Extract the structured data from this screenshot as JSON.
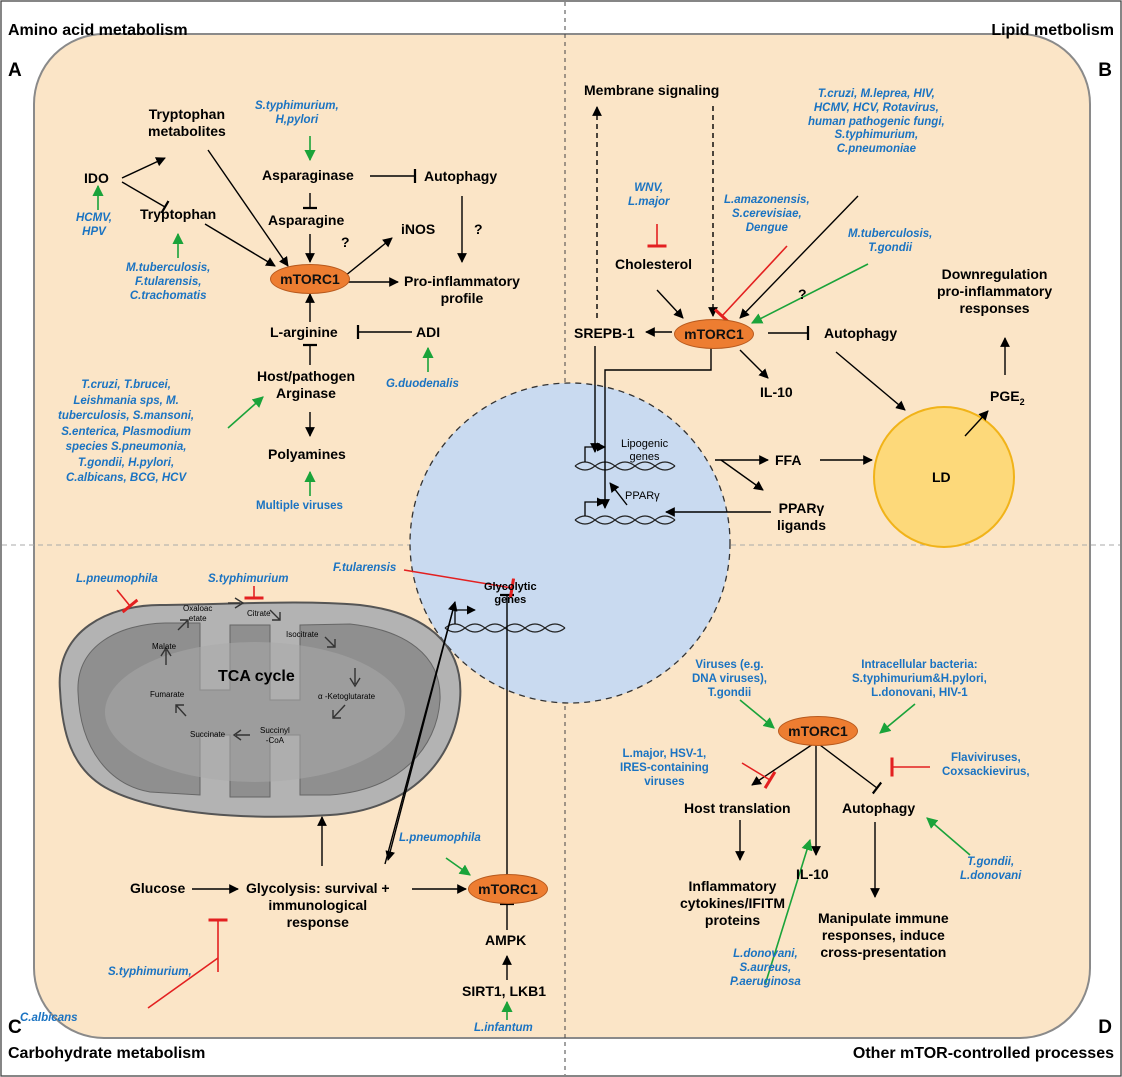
{
  "panels": {
    "A": {
      "letter": "A",
      "title": "Amino acid metabolism"
    },
    "B": {
      "letter": "B",
      "title": "Lipid metbolism"
    },
    "C": {
      "letter": "C",
      "title": "Carbohydrate metabolism"
    },
    "D": {
      "letter": "D",
      "title": "Other mTOR-controlled processes"
    }
  },
  "mtorc1": "mTORC1",
  "quad_a": {
    "trp_metabolites": "Tryptophan\nmetabolites",
    "ido": "IDO",
    "tryptophan": "Tryptophan",
    "hcmv_hpv": "HCMV,\nHPV",
    "trp_pathogens": "M.tuberculosis,\nF.tularensis,\nC.trachomatis",
    "asp_pathogens": "S.typhimurium,\nH,pylori",
    "asparaginase": "Asparaginase",
    "asparagine": "Asparagine",
    "question": "?",
    "autophagy": "Autophagy",
    "inos": "iNOS",
    "proinflammatory": "Pro-inflammatory\nprofile",
    "larginine": "L-arginine",
    "adi": "ADI",
    "adi_pathogen": "G.duodenalis",
    "arginase": "Host/pathogen\nArginase",
    "arginase_pathogens": "T.cruzi, T.brucei,\nLeishmania sps, M.\ntuberculosis, S.mansoni,\nS.enterica, Plasmodium\nspecies S.pneumonia,\nT.gondii, H.pylori,\nC.albicans, BCG, HCV",
    "polyamines": "Polyamines",
    "multiple_viruses": "Multiple viruses"
  },
  "quad_b": {
    "membrane": "Membrane signaling",
    "wnv": "WNV,\nL.major",
    "cholesterol": "Cholesterol",
    "lama": "L.amazonensis,\nS.cerevisiae,\nDengue",
    "pathogens_top": "T.cruzi, M.leprea, HIV,\nHCMV, HCV, Rotavirus,\nhuman pathogenic fungi,\nS.typhimurium,\nC.pneumoniae",
    "question": "?",
    "mtb_tg": "M.tuberculosis,\nT.gondii",
    "downregulation": "Downregulation\npro-inflammatory\nresponses",
    "srepb": "SREPB-1",
    "autophagy": "Autophagy",
    "il10": "IL-10",
    "pge2": "PGE",
    "pge2_sub": "2",
    "ld": "LD",
    "ffa": "FFA",
    "lipogenic": "Lipogenic\ngenes",
    "ppar": "PPARγ",
    "ppar_ligands": "PPARγ\nligands"
  },
  "quad_c": {
    "lpneumophila_top": "L.pneumophila",
    "styphimurium_top": "S.typhimurium",
    "ftularensis": "F.tularensis",
    "glycolytic": "Glycolytic\ngenes",
    "tca": "TCA cycle",
    "oxaloacetate": "Oxaloac\netate",
    "citrate": "Citrate",
    "isocitrate": "Isocitrate",
    "ketoglutarate": "α -Ketoglutarate",
    "succinylcoa": "Succinyl\n-CoA",
    "succinate": "Succinate",
    "fumarate": "Fumarate",
    "malate": "Malate",
    "glucose": "Glucose",
    "glycolysis": "Glycolysis: survival +\nimmunological\nresponse",
    "lpneumophila": "L.pneumophila",
    "ampk": "AMPK",
    "sirt1": "SIRT1, LKB1",
    "linfantum": "L.infantum",
    "calbicans": "C.albicans",
    "styphimurium": "S.typhimurium,"
  },
  "quad_d": {
    "viruses_dna": "Viruses (e.g.\nDNA viruses),\nT.gondii",
    "intracellular": "Intracellular bacteria:\nS.typhimurium&H.pylori,\nL.donovani, HIV-1",
    "lmajor": "L.major, HSV-1,\nIRES-containing\nviruses",
    "flavi": "Flaviviruses,\nCoxsackievirus,",
    "host_translation": "Host translation",
    "autophagy": "Autophagy",
    "il10": "IL-10",
    "tgondii": "T.gondii,\nL.donovani",
    "inflammatory": "Inflammatory\ncytokines/IFITM\nproteins",
    "manipulate": "Manipulate immune\nresponses, induce\ncross-presentation",
    "ldonovani": "L.donovani,\nS.aureus,\nP.aeruginosa"
  }
}
